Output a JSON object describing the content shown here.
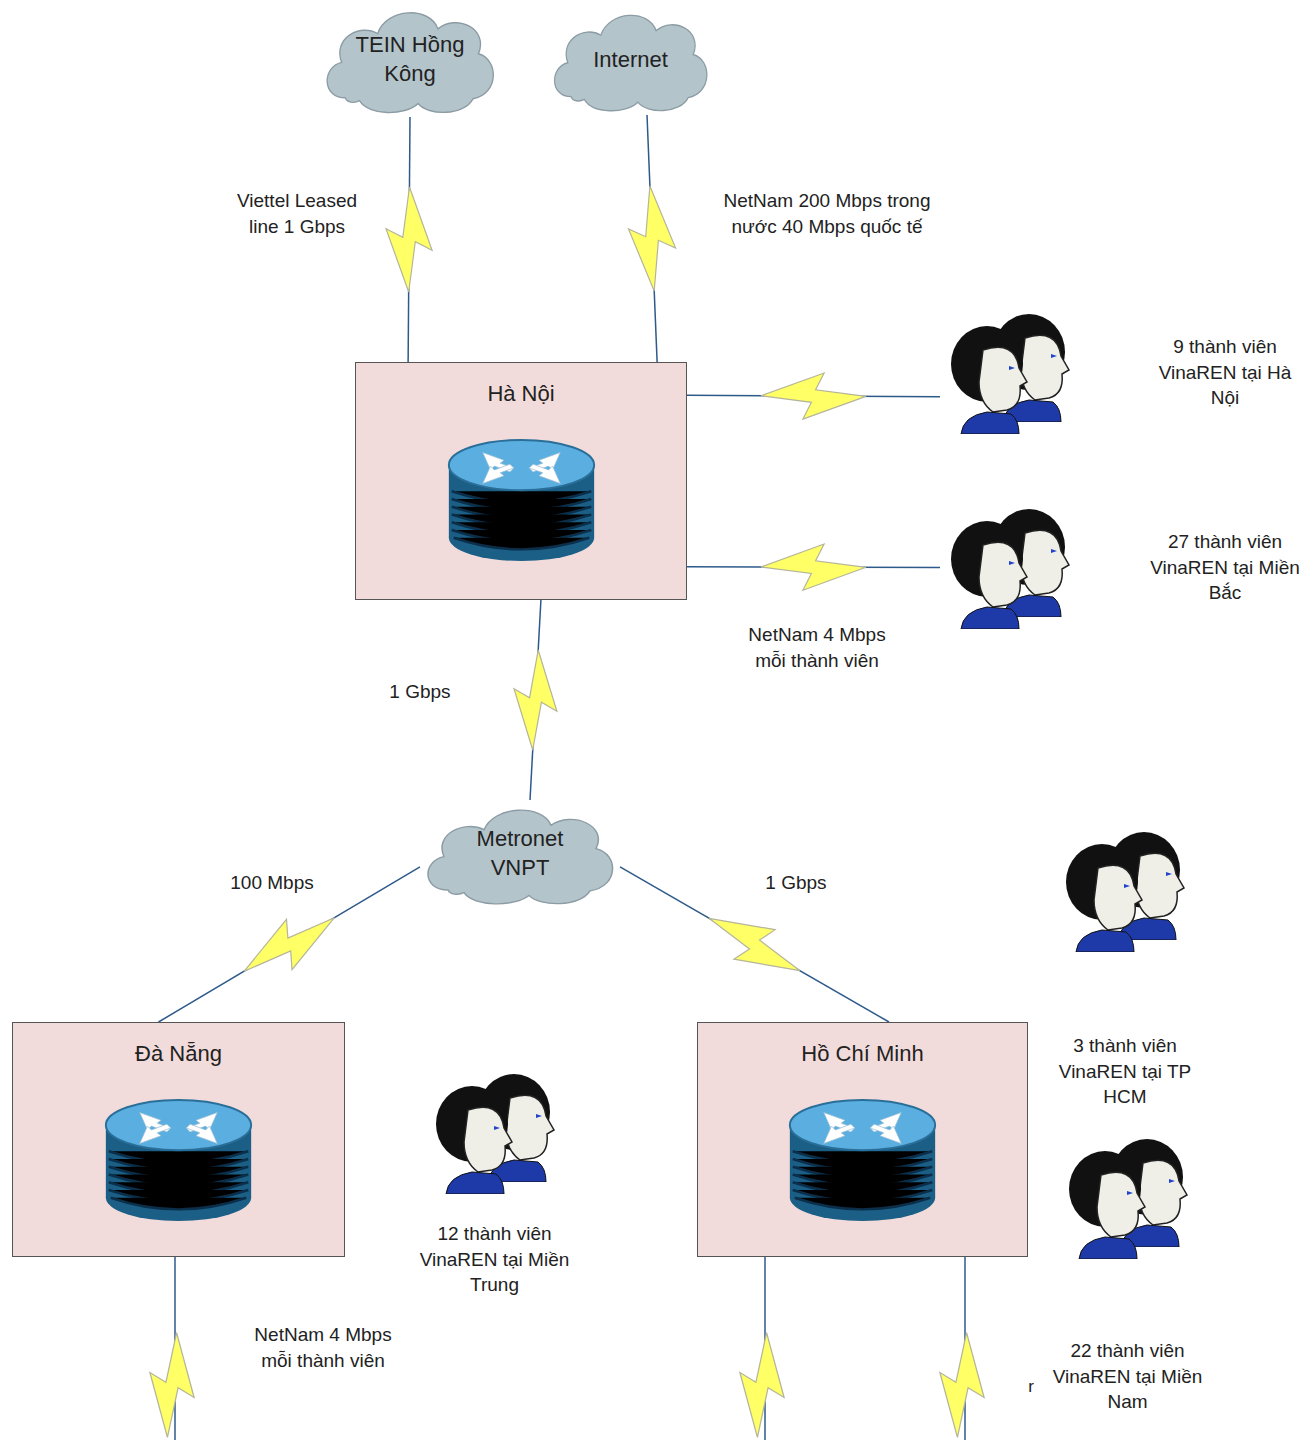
{
  "diagram": {
    "nodes": [
      {
        "text": [
          "TEIN Hồng Kông"
        ]
      },
      {
        "text": [
          "Internet"
        ]
      },
      {
        "text": [
          "Hà Nội"
        ]
      },
      {
        "text": [
          "9 thành viên VinaREN tại Hà Nội"
        ]
      },
      {
        "text": [
          "27 thành viên VinaREN tại Miền Bắc"
        ]
      },
      {
        "text": [
          "Metronet VNPT"
        ]
      },
      {
        "text": [
          "3 thành viên VinaREN tại TP HCM"
        ]
      },
      {
        "text": [
          "Đà Nẵng"
        ]
      },
      {
        "text": [
          "12 thành viên VinaREN tại Miền Trung"
        ]
      },
      {
        "text": [
          "Hồ Chí Minh"
        ]
      },
      {
        "text": [
          "22 thành viên VinaREN tại Miền Nam"
        ]
      }
    ],
    "edges": [
      {
        "from": 2,
        "to": 0,
        "label": "Viettel Leased line 1 Gbps",
        "arrow": "none"
      },
      {
        "from": 2,
        "to": 1,
        "label": "NetNam 200 Mbps trong nước 40 Mbps quốc tế",
        "arrow": "none"
      },
      {
        "from": 2,
        "to": 3,
        "arrow": "none"
      },
      {
        "from": 2,
        "to": 4,
        "label": "NetNam 4 Mbps mỗi thành viên",
        "arrow": "none"
      },
      {
        "from": 2,
        "to": 5,
        "label": "1 Gbps",
        "arrow": "none"
      },
      {
        "from": 5,
        "to": 7,
        "label": "100 Mbps",
        "arrow": "none"
      },
      {
        "from": 5,
        "to": 9,
        "label": "1 Gbps",
        "arrow": "none"
      }
    ],
    "labels": [
      "NetNam 4 Mbps mỗi thành viên",
      "r"
    ]
  }
}
